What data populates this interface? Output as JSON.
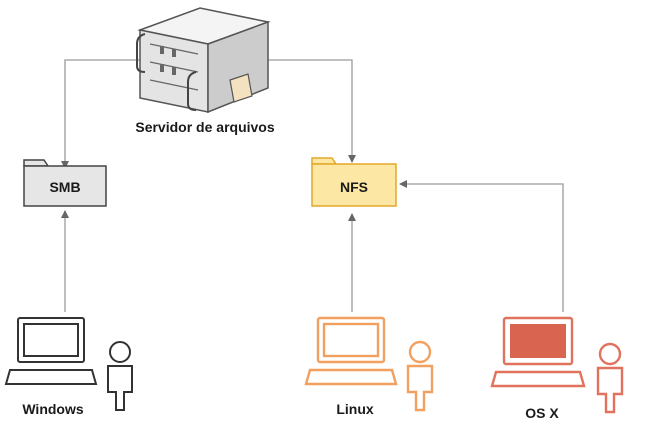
{
  "server": {
    "label": "Servidor de arquivos",
    "icon": "file-server-icon"
  },
  "protocols": {
    "smb": {
      "label": "SMB",
      "fill": "#e6e6e6",
      "stroke": "#444444"
    },
    "nfs": {
      "label": "NFS",
      "fill": "#fde7a4",
      "stroke": "#e3a928"
    }
  },
  "clients": {
    "windows": {
      "label": "Windows",
      "color": "#333333",
      "icon": "laptop-user-icon"
    },
    "linux": {
      "label": "Linux",
      "color": "#f2a060",
      "icon": "laptop-user-icon"
    },
    "osx": {
      "label": "OS X",
      "color": "#e0725e",
      "icon": "laptop-user-icon"
    }
  },
  "connector_color": "#999999"
}
